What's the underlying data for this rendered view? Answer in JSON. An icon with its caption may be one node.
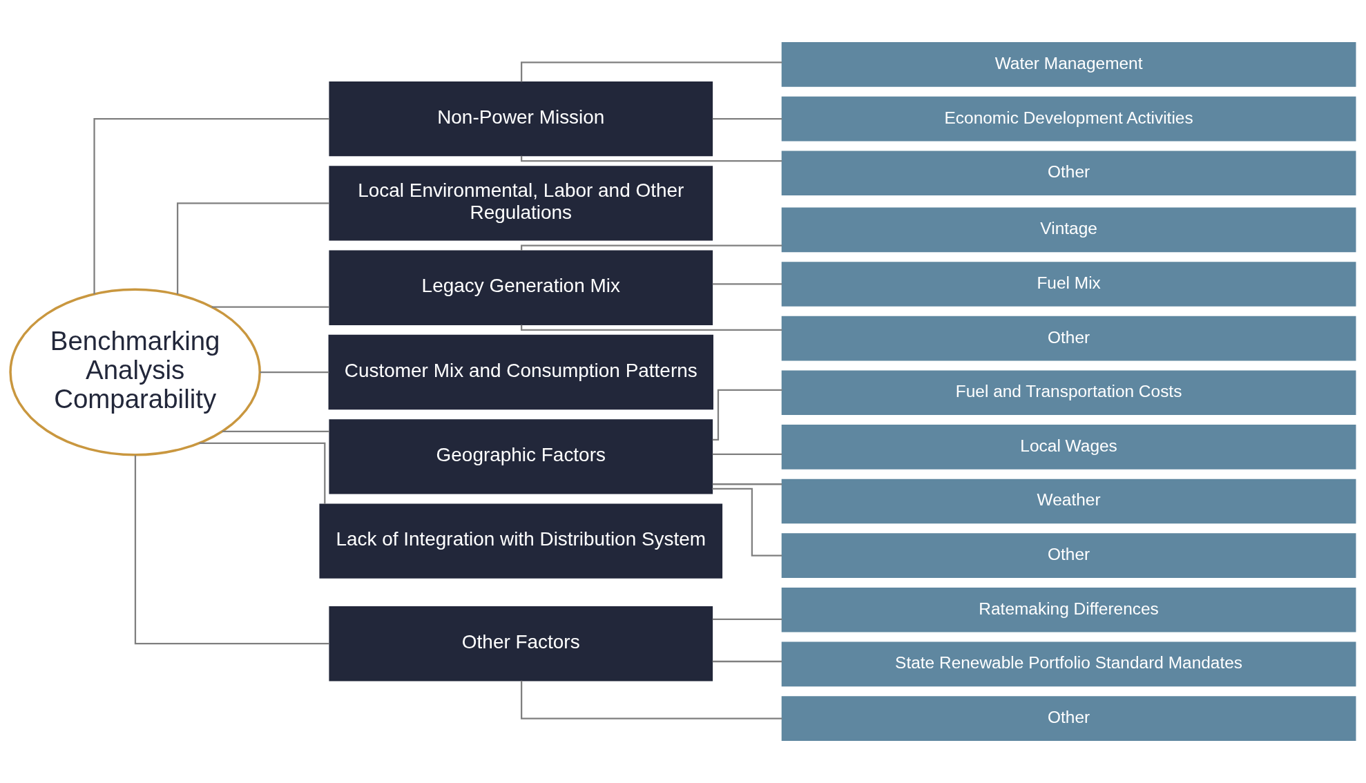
{
  "diagram": {
    "nodes": [
      {
        "text": [
          "Benchmarking Analysis Comparability"
        ]
      },
      {
        "text": [
          "Non-Power Mission"
        ]
      },
      {
        "text": [
          "Local Environmental, Labor and Other Regulations"
        ]
      },
      {
        "text": [
          "Legacy Generation Mix"
        ]
      },
      {
        "text": [
          "Customer Mix and Consumption Patterns"
        ]
      },
      {
        "text": [
          "Geographic Factors"
        ]
      },
      {
        "text": [
          "Lack of Integration with Distribution System"
        ]
      },
      {
        "text": [
          "Other Factors"
        ]
      },
      {
        "text": [
          "Water Management"
        ]
      },
      {
        "text": [
          "Economic Development Activities"
        ]
      },
      {
        "text": [
          "Other"
        ]
      },
      {
        "text": [
          "Vintage"
        ]
      },
      {
        "text": [
          "Fuel Mix"
        ]
      },
      {
        "text": [
          "Other"
        ]
      },
      {
        "text": [
          "Fuel and Transportation Costs"
        ]
      },
      {
        "text": [
          "Local Wages"
        ]
      },
      {
        "text": [
          "Weather"
        ]
      },
      {
        "text": [
          "Other"
        ]
      },
      {
        "text": [
          "Ratemaking Differences"
        ]
      },
      {
        "text": [
          "State Renewable Portfolio Standard Mandates"
        ]
      },
      {
        "text": [
          "Other"
        ]
      }
    ],
    "edges": [
      {
        "from": 0,
        "to": 1,
        "arrow": "none"
      },
      {
        "from": 0,
        "to": 2,
        "arrow": "none"
      },
      {
        "from": 0,
        "to": 3,
        "arrow": "none"
      },
      {
        "from": 0,
        "to": 4,
        "arrow": "none"
      },
      {
        "from": 0,
        "to": 5,
        "arrow": "none"
      },
      {
        "from": 0,
        "to": 6,
        "arrow": "none"
      },
      {
        "from": 0,
        "to": 7,
        "arrow": "none"
      },
      {
        "from": 1,
        "to": 8,
        "arrow": "none"
      },
      {
        "from": 1,
        "to": 9,
        "arrow": "none"
      },
      {
        "from": 1,
        "to": 10,
        "arrow": "none"
      },
      {
        "from": 3,
        "to": 11,
        "arrow": "none"
      },
      {
        "from": 3,
        "to": 12,
        "arrow": "none"
      },
      {
        "from": 3,
        "to": 13,
        "arrow": "none"
      },
      {
        "from": 5,
        "to": 14,
        "arrow": "none"
      },
      {
        "from": 5,
        "to": 15,
        "arrow": "none"
      },
      {
        "from": 5,
        "to": 16,
        "arrow": "none"
      },
      {
        "from": 5,
        "to": 17,
        "arrow": "none"
      },
      {
        "from": 7,
        "to": 18,
        "arrow": "none"
      },
      {
        "from": 7,
        "to": 19,
        "arrow": "none"
      },
      {
        "from": 7,
        "to": 20,
        "arrow": "none"
      }
    ]
  }
}
